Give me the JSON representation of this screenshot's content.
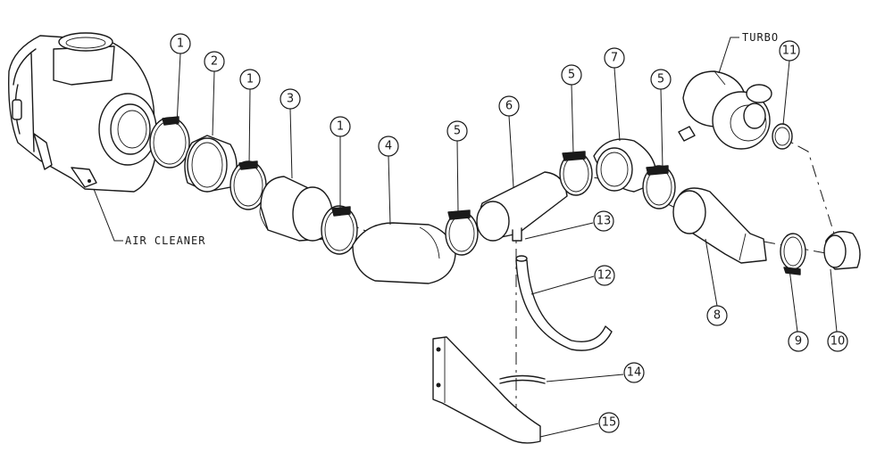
{
  "labels": {
    "air_cleaner": "AIR CLEANER",
    "turbo": "TURBO"
  },
  "callouts": [
    {
      "id": "c1a",
      "text": "1"
    },
    {
      "id": "c2",
      "text": "2"
    },
    {
      "id": "c1b",
      "text": "1"
    },
    {
      "id": "c3",
      "text": "3"
    },
    {
      "id": "c1c",
      "text": "1"
    },
    {
      "id": "c4",
      "text": "4"
    },
    {
      "id": "c5a",
      "text": "5"
    },
    {
      "id": "c6",
      "text": "6"
    },
    {
      "id": "c5b",
      "text": "5"
    },
    {
      "id": "c7",
      "text": "7"
    },
    {
      "id": "c5c",
      "text": "5"
    },
    {
      "id": "c11",
      "text": "11"
    },
    {
      "id": "c13",
      "text": "13"
    },
    {
      "id": "c12",
      "text": "12"
    },
    {
      "id": "c8",
      "text": "8"
    },
    {
      "id": "c9",
      "text": "9"
    },
    {
      "id": "c10",
      "text": "10"
    },
    {
      "id": "c14",
      "text": "14"
    },
    {
      "id": "c15",
      "text": "15"
    }
  ]
}
